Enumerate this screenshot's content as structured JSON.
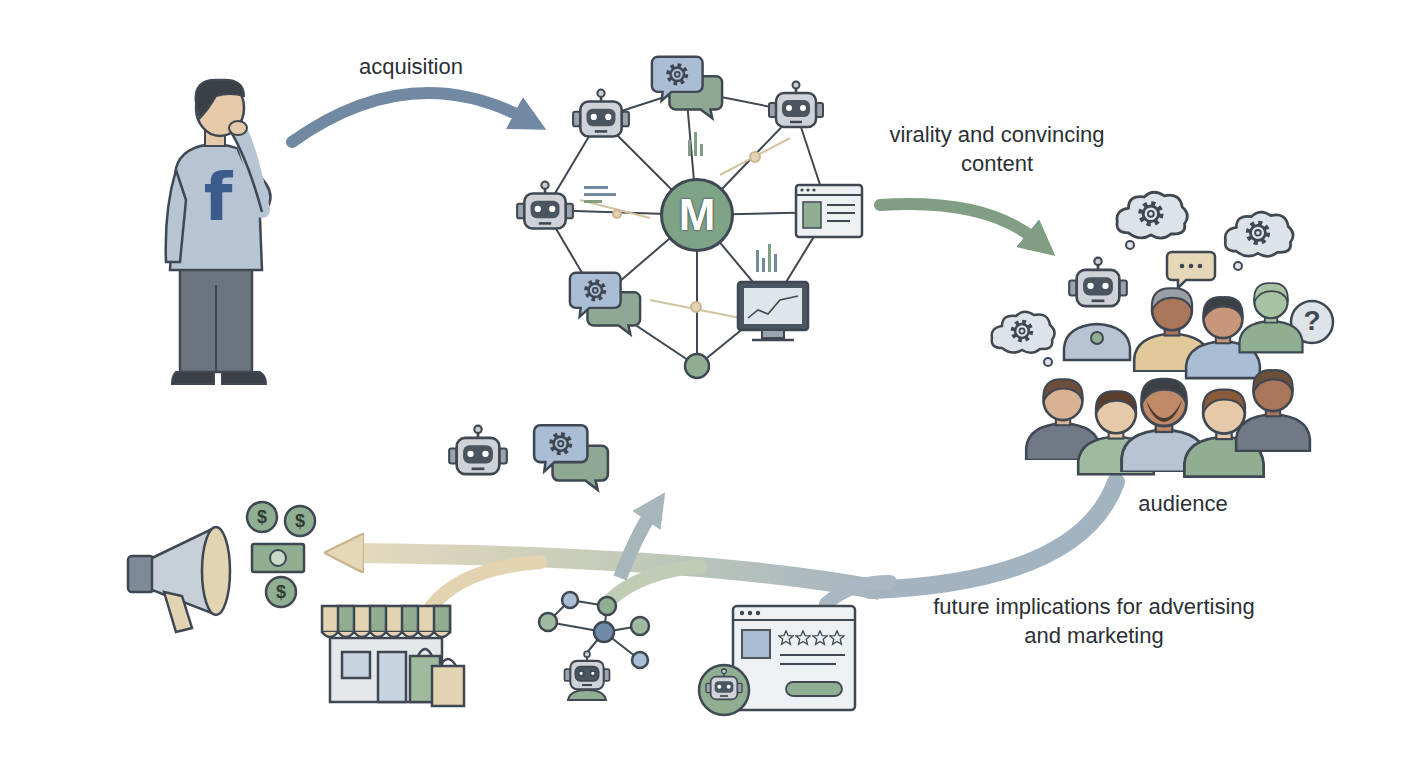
{
  "diagram": {
    "nodes": [
      {
        "text": [
          "M"
        ]
      }
    ],
    "labels": [
      "acquisition",
      "f",
      "virality and convincing content",
      "audience",
      "?",
      "$",
      "$",
      "$",
      "future implications for advertising and marketing"
    ]
  }
}
